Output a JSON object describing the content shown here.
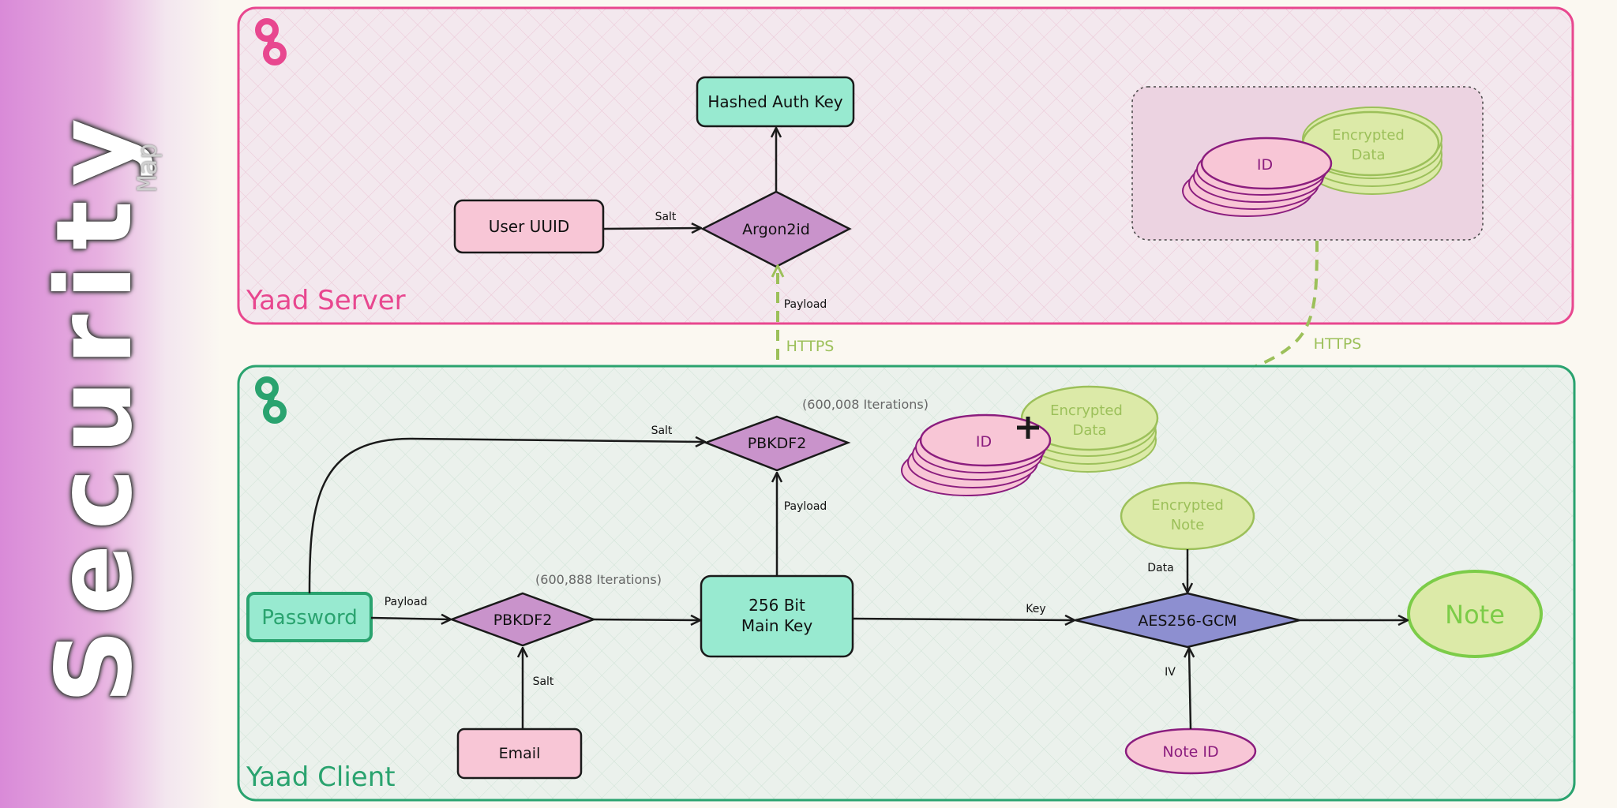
{
  "sidebar": {
    "title": "Security",
    "subtitle": "Map"
  },
  "server": {
    "label": "Yaad Server",
    "nodes": {
      "hashed_auth_key": "Hashed Auth Key",
      "user_uuid": "User UUID",
      "argon2id": "Argon2id",
      "id": "ID",
      "encrypted_data": [
        "Encrypted",
        "Data"
      ]
    },
    "edges": {
      "salt": "Salt",
      "payload": "Payload"
    }
  },
  "transport": {
    "https_left": "HTTPS",
    "https_right": "HTTPS"
  },
  "client": {
    "label": "Yaad Client",
    "nodes": {
      "pbkdf2_top": "PBKDF2",
      "pbkdf2_top_note": "(600,008 Iterations)",
      "pbkdf2_bottom": "PBKDF2",
      "pbkdf2_bottom_note": "(600,888 Iterations)",
      "password": "Password",
      "email": "Email",
      "main_key": [
        "256 Bit",
        "Main Key"
      ],
      "aes": "AES256-GCM",
      "note": "Note",
      "note_id": "Note ID",
      "encrypted_note": [
        "Encrypted",
        "Note"
      ],
      "id": "ID",
      "encrypted_data": [
        "Encrypted",
        "Data"
      ]
    },
    "edges": {
      "salt_top": "Salt",
      "payload_mid": "Payload",
      "payload_pw": "Payload",
      "salt_email": "Salt",
      "key": "Key",
      "data": "Data",
      "iv": "IV"
    }
  },
  "colors": {
    "server_border": "#e8478f",
    "client_border": "#2aa36f",
    "pink_fill": "#f8c6d6",
    "green_fill": "#98ead0",
    "purple_fill": "#c993cb",
    "blue_fill": "#8d8fd0",
    "lime_fill": "#dceaa8",
    "https": "#9cc05a"
  }
}
